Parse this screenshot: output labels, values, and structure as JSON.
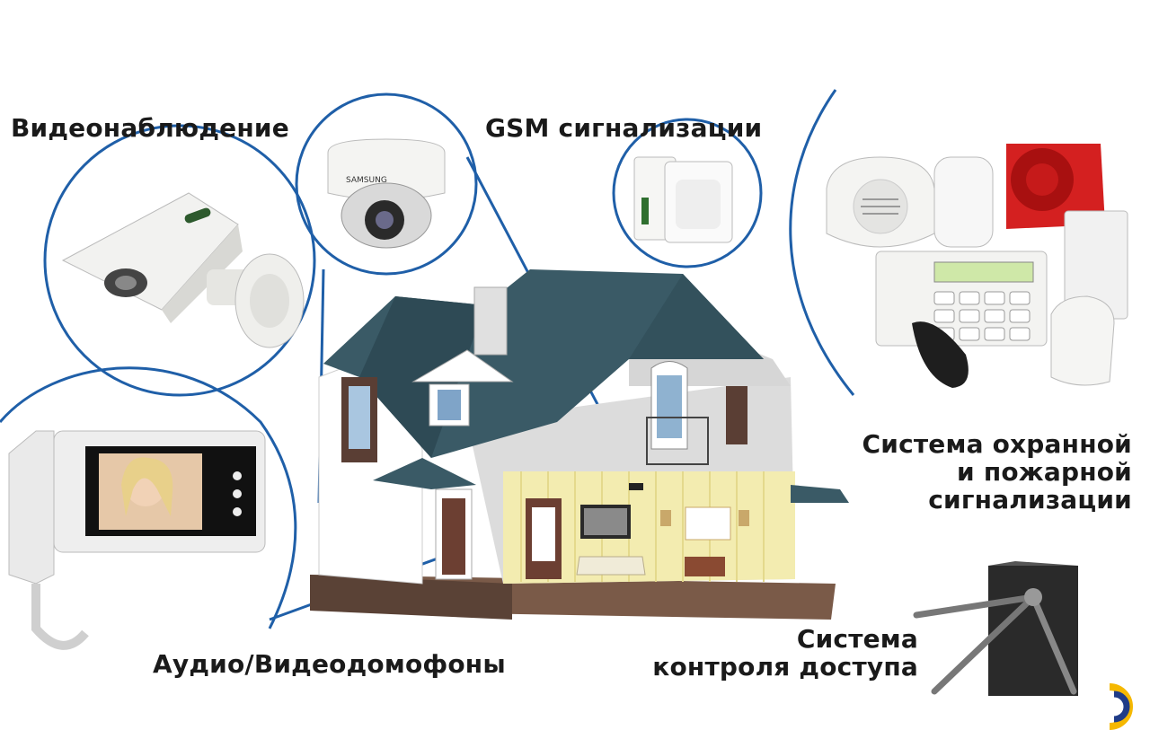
{
  "labels": {
    "video": "Видеонаблюдение",
    "gsm": "GSM сигнализации",
    "security_line1": "Система охранной",
    "security_line2": "и пожарной",
    "security_line3": "сигнализации",
    "intercom": "Аудио/Видеодомофоны",
    "access_line1": "Система",
    "access_line2": "контроля доступа"
  },
  "icons": {
    "bullet_camera": "bullet-camera-icon",
    "dome_camera": "dome-camera-icon",
    "gsm_sensor": "gsm-sensor-icon",
    "security_kit": "security-kit-icon",
    "intercom": "video-intercom-icon",
    "turnstile": "turnstile-icon",
    "house": "house-illustration",
    "logo": "brand-logo"
  },
  "colors": {
    "accent_blue": "#1f5fa8",
    "roof": "#3a5a66",
    "wall_yellow": "#f3ecb0",
    "logo_yellow": "#f5b800",
    "logo_dark": "#1f3c88"
  }
}
